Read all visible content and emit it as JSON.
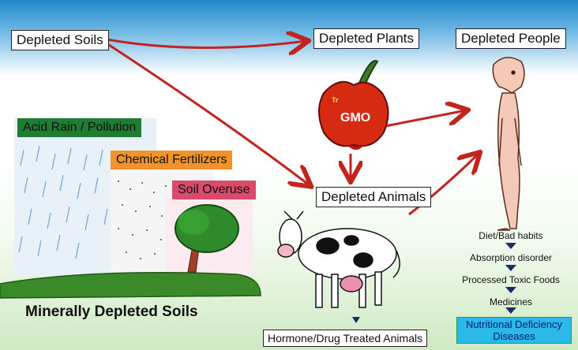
{
  "nodes": {
    "depleted_soils": "Depleted Soils",
    "depleted_plants": "Depleted Plants",
    "depleted_people": "Depleted People",
    "depleted_animals": "Depleted Animals",
    "hormone_animals": "Hormone/Drug Treated Animals"
  },
  "causes": {
    "acid_rain": "Acid Rain / Pollution",
    "fertilizers": "Chemical Fertilizers",
    "overuse": "Soil Overuse"
  },
  "gmo_label": "GMO",
  "gmo_mark": "Tr",
  "soils_caption": "Minerally Depleted Soils",
  "chain": {
    "steps": [
      "Diet/Bad habits",
      "Absorption disorder",
      "Processed Toxic Foods",
      "Medicines"
    ],
    "result_line1": "Nutritional Deficiency",
    "result_line2": "Diseases"
  },
  "colors": {
    "acid_rain": "#1e7d32",
    "fertilizers": "#f0932b",
    "overuse": "#d94b6a",
    "arrow": "#c0251f",
    "result": "#2ab9e8"
  }
}
